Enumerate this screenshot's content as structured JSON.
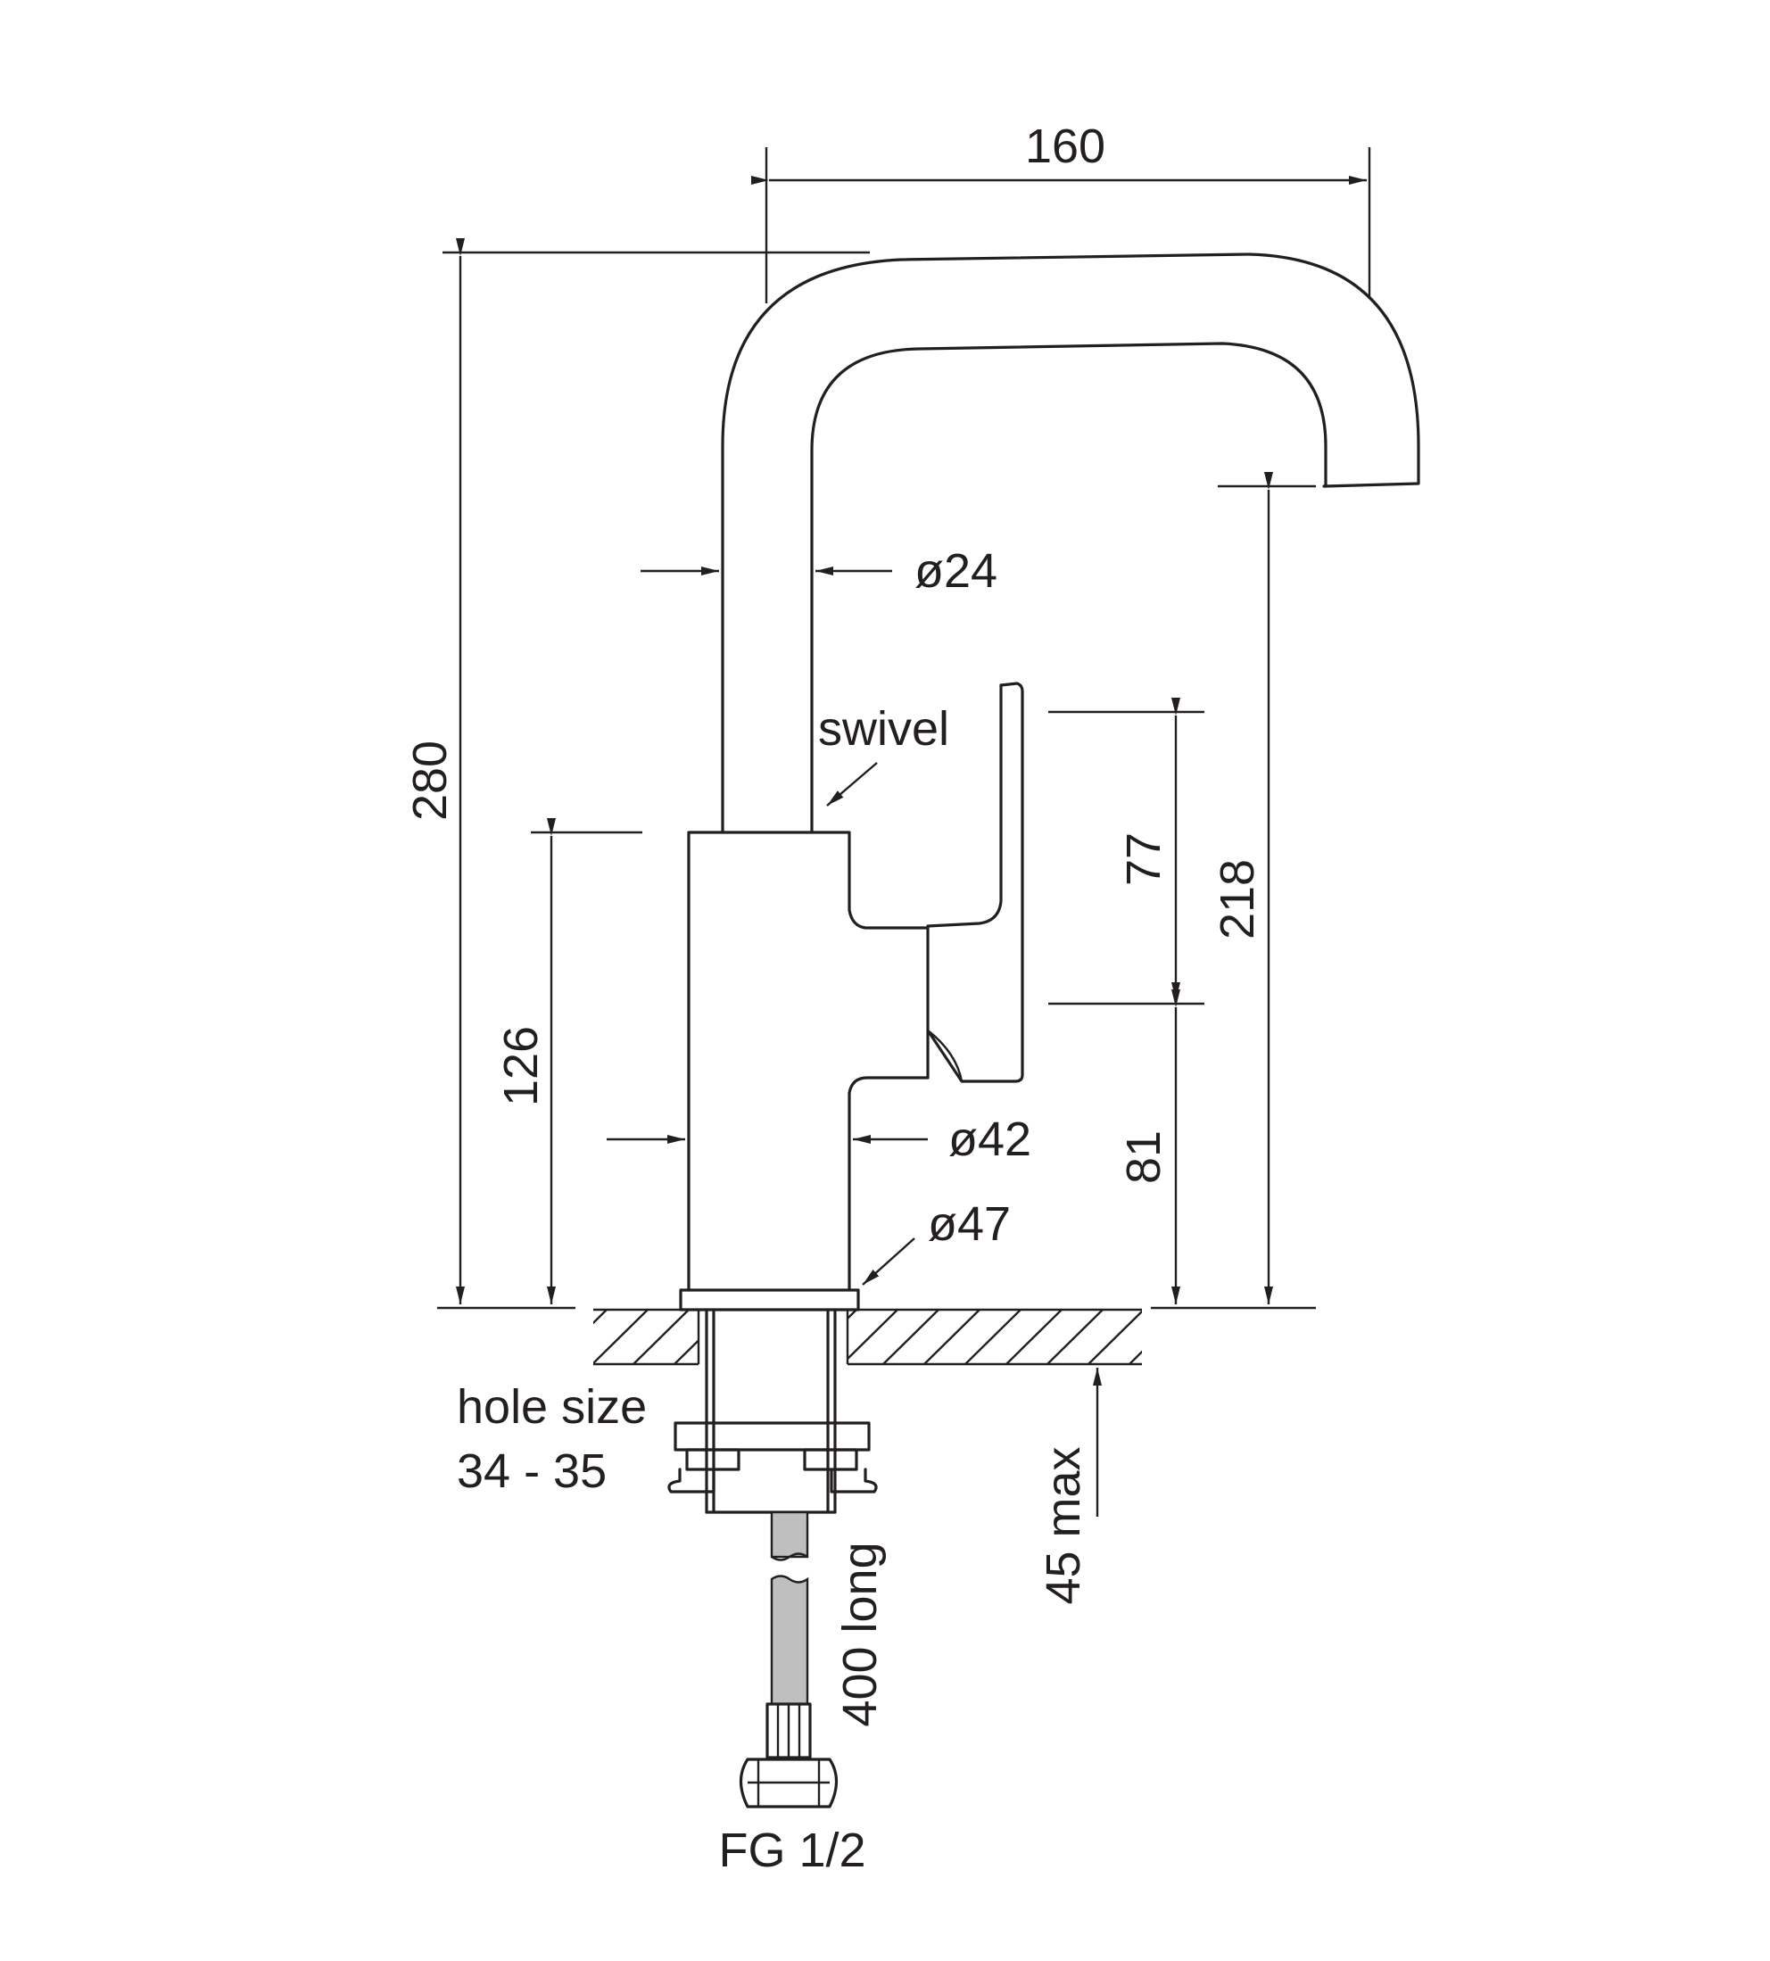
{
  "colors": {
    "line": "#231f20",
    "hose": "#bfbfbf",
    "background": "#ffffff"
  },
  "dimensions": {
    "spout_reach": "160",
    "total_height": "280",
    "spout_diameter": "ø24",
    "body_height": "126",
    "body_diameter": "ø42",
    "base_diameter": "ø47",
    "lever_height": "77",
    "lever_base_height": "81",
    "outlet_height": "218",
    "max_counter_thickness": "45 max"
  },
  "notes": {
    "swivel": "swivel",
    "hole_size_line1": "hole size",
    "hole_size_line2": "34 - 35",
    "hose_length": "400 long",
    "connection": "FG 1/2"
  }
}
